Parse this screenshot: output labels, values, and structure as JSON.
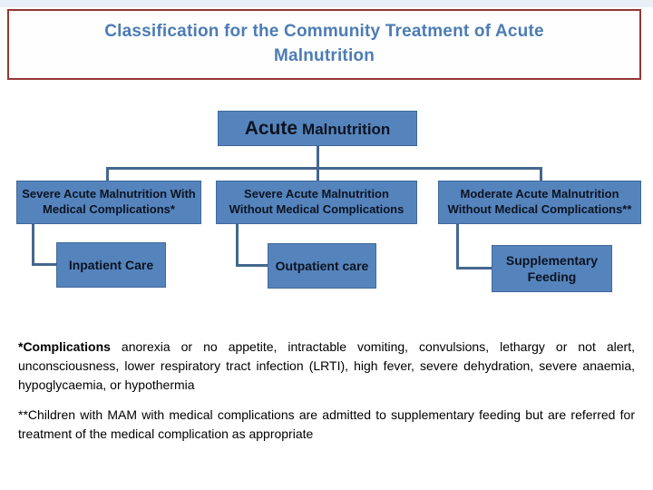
{
  "title": {
    "line1": "Classification for the Community Treatment of Acute",
    "line2": "Malnutrition"
  },
  "diagram": {
    "root": {
      "word1": "Acute",
      "word2": "Malnutrition"
    },
    "level2": [
      {
        "label": "Severe Acute Malnutrition With Medical Complications*"
      },
      {
        "label": "Severe Acute Malnutrition Without Medical Complications"
      },
      {
        "label": "Moderate Acute Malnutrition Without Medical Complications**"
      }
    ],
    "level3": [
      {
        "label": "Inpatient Care"
      },
      {
        "label": "Outpatient care"
      },
      {
        "label": "Supplementary Feeding"
      }
    ]
  },
  "footnotes": {
    "first": {
      "lead": "*Complications",
      "rest": "anorexia or no appetite, intractable vomiting, convulsions, lethargy or not alert, unconsciousness, lower respiratory tract infection (LRTI), high fever, severe dehydration, severe anaemia, hypoglycaemia, or hypothermia"
    },
    "second": "**Children with MAM with medical complications are admitted to supplementary feeding but are referred for treatment of the medical complication as appropriate"
  },
  "colors": {
    "box_fill": "#5584bd",
    "box_text": "#0c1320",
    "connector": "#44678e",
    "title_border": "#943634",
    "title_text": "#4c7cb5"
  }
}
